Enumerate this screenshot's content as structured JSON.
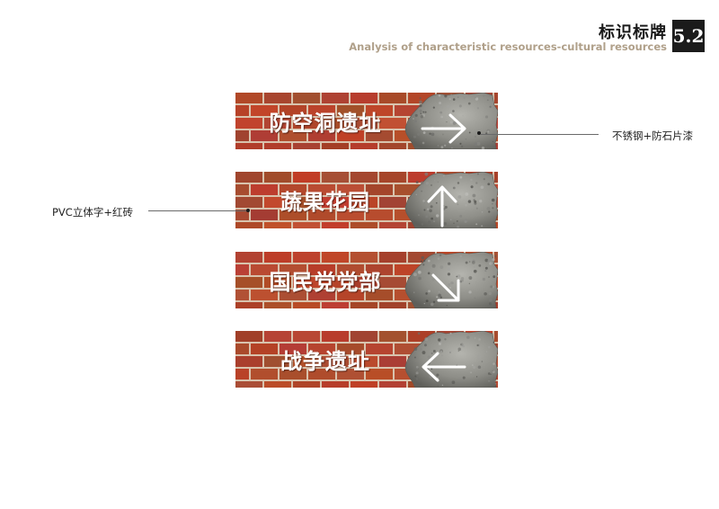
{
  "header": {
    "title": "标识标牌",
    "subtitle": "Analysis of characteristic resources-cultural resources",
    "section_number": "5.2"
  },
  "signs": [
    {
      "label": "防空洞遗址",
      "arrow_icon": "arrow-right-icon"
    },
    {
      "label": "蔬果花园",
      "arrow_icon": "arrow-up-icon"
    },
    {
      "label": "国民党党部",
      "arrow_icon": "arrow-down-right-icon"
    },
    {
      "label": "战争遗址",
      "arrow_icon": "arrow-left-icon"
    }
  ],
  "callouts": {
    "right": "不锈钢+防石片漆",
    "left": "PVC立体字+红砖"
  },
  "colors": {
    "brick": "#b0492c",
    "mortar": "#d9c3ad",
    "stone": "#8e8e88",
    "subtitle": "#b0a08a"
  }
}
